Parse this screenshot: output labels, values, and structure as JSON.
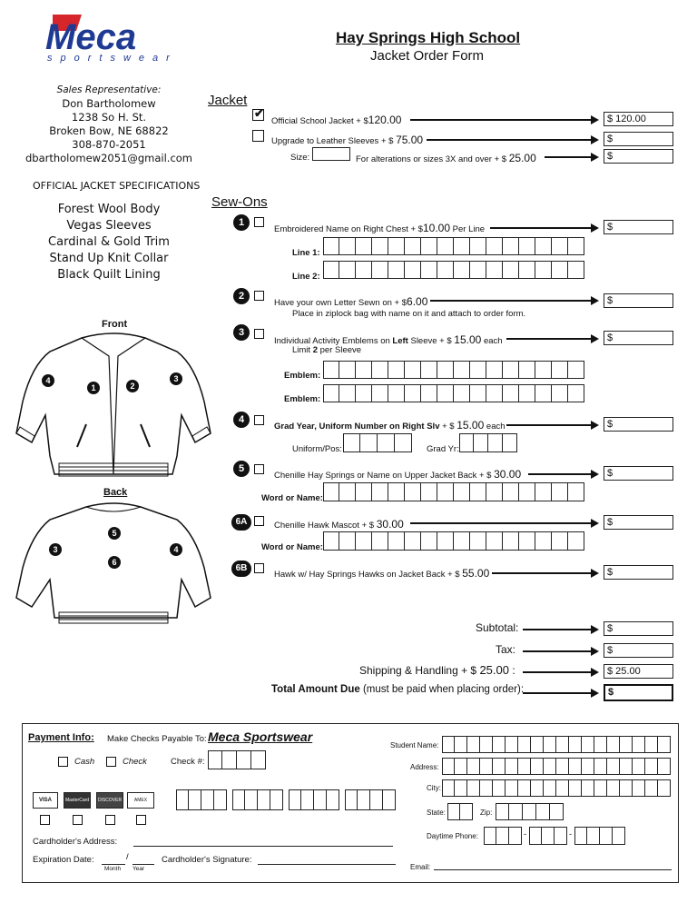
{
  "brand": {
    "logo_text": "Meca",
    "logo_sub": "sportswear"
  },
  "header": {
    "school": "Hay Springs High School",
    "form_title": "Jacket Order Form"
  },
  "rep": {
    "label": "Sales Representative:",
    "name": "Don Bartholomew",
    "address1": "1238 So H. St.",
    "address2": "Broken Bow, NE 68822",
    "phone": "308-870-2051",
    "email": "dbartholomew2051@gmail.com"
  },
  "specs": {
    "title": "OFFICIAL JACKET SPECIFICATIONS",
    "items": [
      "Forest Wool Body",
      "Vegas Sleeves",
      "Cardinal & Gold Trim",
      "Stand Up Knit Collar",
      "Black Quilt Lining"
    ]
  },
  "diagram": {
    "front": "Front",
    "back": "Back",
    "front_badges": [
      "4",
      "1",
      "2",
      "3"
    ],
    "back_badges": [
      "5",
      "6",
      "3",
      "4"
    ]
  },
  "jacket": {
    "title": "Jacket",
    "official": {
      "label": "Official School Jacket + $",
      "price": "120.00",
      "total": "$ 120.00"
    },
    "leather": {
      "label": "Upgrade to Leather Sleeves + $",
      "price": "75.00",
      "total": "$"
    },
    "size": {
      "label": "Size:",
      "alter": "For alterations or sizes 3X and over + $",
      "price": "25.00",
      "total": "$"
    }
  },
  "sewons": {
    "title": "Sew-Ons",
    "s1": {
      "num": "1",
      "label": "Embroidered Name on Right Chest + $",
      "price": "10.00",
      "suffix": "Per Line",
      "total": "$",
      "line1": "Line 1:",
      "line2": "Line 2:"
    },
    "s2": {
      "num": "2",
      "label": "Have your own Letter Sewn on + $",
      "price": "6.00",
      "note": "Place in ziplock bag with name on it and attach to order form.",
      "total": "$"
    },
    "s3": {
      "num": "3",
      "label_a": "Individual Activity Emblems on ",
      "label_b": "Left",
      "label_c": " Sleeve + $",
      "price": "15.00",
      "suffix": "each",
      "limit_a": "Limit ",
      "limit_b": "2",
      "limit_c": " per Sleeve",
      "total": "$",
      "emblem": "Emblem:"
    },
    "s4": {
      "num": "4",
      "label": "Grad Year, Uniform Number on Right Slv",
      "plus": "+ $",
      "price": "15.00",
      "suffix": "each",
      "total": "$",
      "uniform": "Uniform/Pos:",
      "gradyr": "Grad Yr:"
    },
    "s5": {
      "num": "5",
      "label": "Chenille Hay Springs or Name on Upper Jacket Back + $",
      "price": "30.00",
      "total": "$",
      "word": "Word or Name:"
    },
    "s6a": {
      "num": "6A",
      "label": "Chenille Hawk Mascot + $",
      "price": "30.00",
      "total": "$",
      "word": "Word or Name:"
    },
    "s6b": {
      "num": "6B",
      "label": "Hawk w/ Hay Springs Hawks on Jacket Back + $",
      "price": "55.00",
      "total": "$"
    }
  },
  "totals": {
    "subtotal": {
      "label": "Subtotal:",
      "value": "$"
    },
    "tax": {
      "label": "Tax:",
      "value": "$"
    },
    "shipping": {
      "label": "Shipping & Handling + $",
      "price": "25.00",
      "colon": ":",
      "value": "$ 25.00"
    },
    "total": {
      "label_bold": "Total Amount Due",
      "label_rest": " (must be paid when placing order):",
      "value": "$"
    }
  },
  "payment": {
    "title": "Payment Info:",
    "payable": "Make Checks Payable To:",
    "payee": "Meca Sportswear",
    "cash": "Cash",
    "check": "Check",
    "checkno": "Check #:",
    "cards": [
      "VISA",
      "MasterCard",
      "DISCOVER",
      "AMEX"
    ],
    "cardholder_addr": "Cardholder's Address:",
    "exp": "Expiration Date:",
    "slash": "/",
    "month": "Month",
    "year": "Year",
    "signature": "Cardholder's Signature:",
    "student": "Student Name:",
    "address": "Address:",
    "city": "City:",
    "state": "State:",
    "zip": "Zip:",
    "phone": "Daytime Phone:",
    "dash": "-",
    "email": "Email:"
  },
  "colors": {
    "logo_blue": "#1f3a93",
    "logo_red": "#d7262b"
  }
}
